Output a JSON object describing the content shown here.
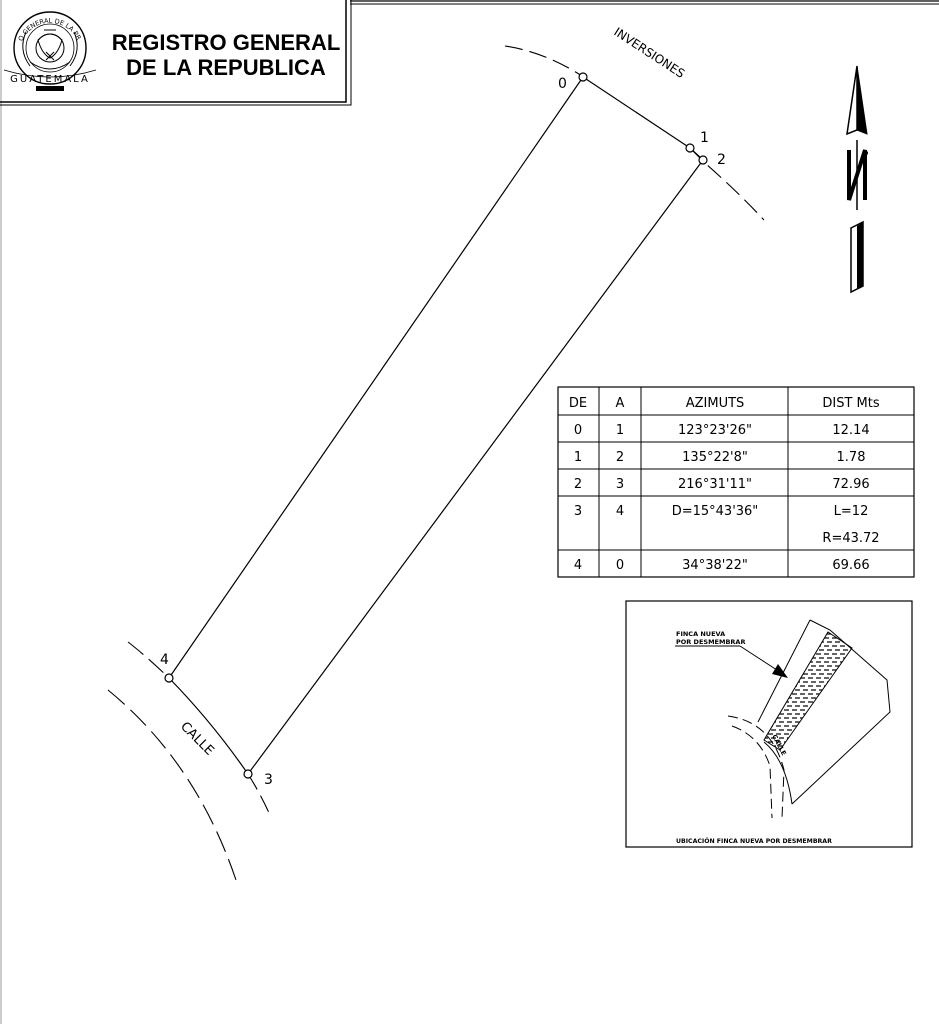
{
  "header": {
    "title_line1": "REGISTRO GENERAL",
    "title_line2": "DE LA REPUBLICA",
    "seal_top": "REGISTRO GENERAL DE LA PROPIEDAD",
    "seal_bottom": "GUATEMALA"
  },
  "streets": {
    "top": "INVERSIONES",
    "bottom": "CALLE"
  },
  "points": [
    "0",
    "1",
    "2",
    "3",
    "4"
  ],
  "table": {
    "headers": [
      "DE",
      "A",
      "AZIMUTS",
      "DIST Mts"
    ],
    "rows": [
      {
        "de": "0",
        "a": "1",
        "azimut": "123°23'26\"",
        "dist": "12.14"
      },
      {
        "de": "1",
        "a": "2",
        "azimut": "135°22'8\"",
        "dist": "1.78"
      },
      {
        "de": "2",
        "a": "3",
        "azimut": "216°31'11\"",
        "dist": "72.96"
      },
      {
        "de": "3",
        "a": "4",
        "azimut": "D=15°43'36\"",
        "dist": "L=12",
        "dist2": "R=43.72"
      },
      {
        "de": "4",
        "a": "0",
        "azimut": "34°38'22\"",
        "dist": "69.66"
      }
    ]
  },
  "location_map": {
    "label_line1": "FINCA NUEVA",
    "label_line2": "POR DESMEMBRAR",
    "street": "CALLE",
    "caption": "UBICACIÓN FINCA NUEVA POR DESMEMBRAR"
  }
}
